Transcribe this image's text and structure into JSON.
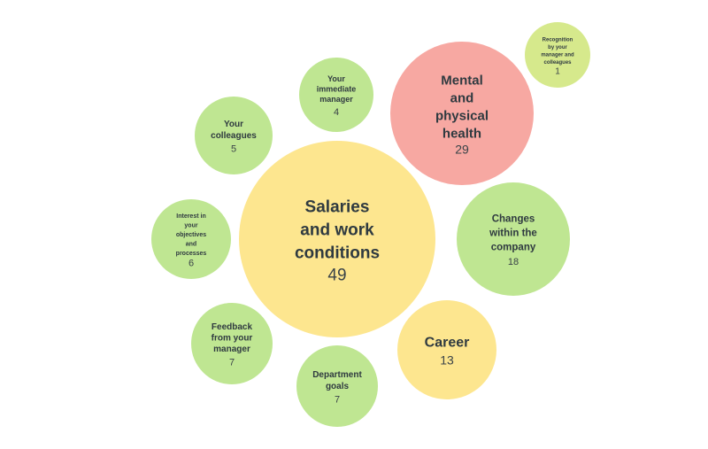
{
  "chart_data": {
    "type": "bubble",
    "title": "",
    "colors": {
      "green": "#bfe692",
      "yellow": "#fde68f",
      "red": "#f7a8a2",
      "lightgreen": "#d6e98c"
    },
    "bubbles": [
      {
        "label": "Salaries and work conditions",
        "lines": [
          "Salaries",
          "and work",
          "conditions"
        ],
        "value": 49,
        "color": "yellow"
      },
      {
        "label": "Mental and physical health",
        "lines": [
          "Mental",
          "and",
          "physical",
          "health"
        ],
        "value": 29,
        "color": "red"
      },
      {
        "label": "Changes within the company",
        "lines": [
          "Changes",
          "within the",
          "company"
        ],
        "value": 18,
        "color": "green"
      },
      {
        "label": "Career",
        "lines": [
          "Career"
        ],
        "value": 13,
        "color": "yellow"
      },
      {
        "label": "Feedback from your manager",
        "lines": [
          "Feedback",
          "from your",
          "manager"
        ],
        "value": 7,
        "color": "green"
      },
      {
        "label": "Department goals",
        "lines": [
          "Department",
          "goals"
        ],
        "value": 7,
        "color": "green"
      },
      {
        "label": "Interest in your objectives and processes",
        "lines": [
          "Interest in",
          "your",
          "objectives",
          "and",
          "processes"
        ],
        "value": 6,
        "color": "green"
      },
      {
        "label": "Your colleagues",
        "lines": [
          "Your",
          "colleagues"
        ],
        "value": 5,
        "color": "green"
      },
      {
        "label": "Your immediate manager",
        "lines": [
          "Your",
          "immediate",
          "manager"
        ],
        "value": 4,
        "color": "green"
      },
      {
        "label": "Recognition by your manager and colleagues",
        "lines": [
          "Recognition",
          "by your",
          "manager and",
          "colleagues"
        ],
        "value": 1,
        "color": "lightgreen"
      }
    ]
  }
}
